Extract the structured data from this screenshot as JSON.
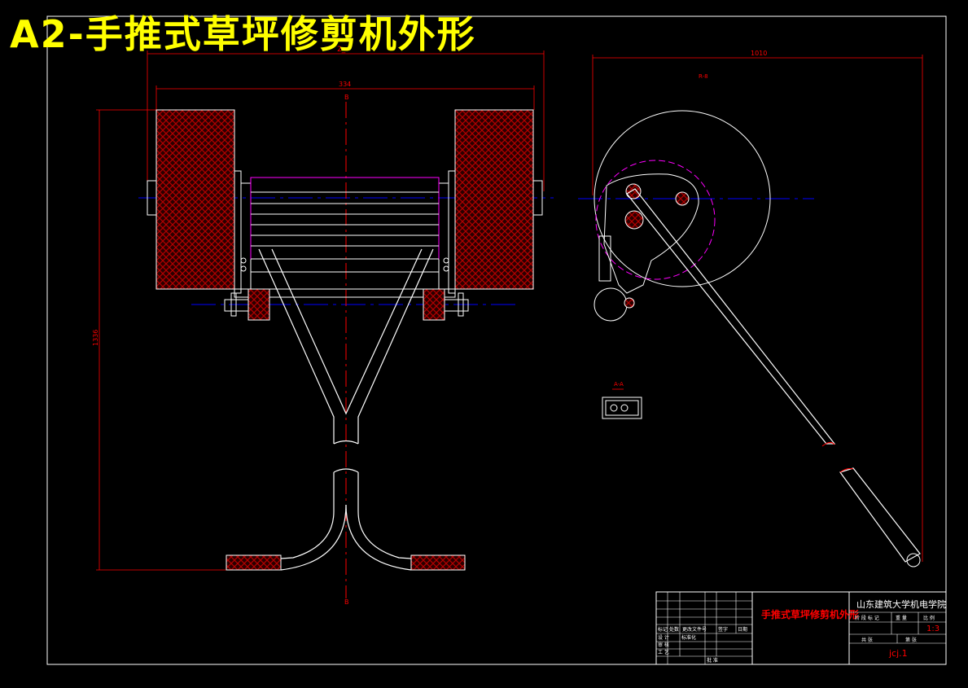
{
  "sheet": {
    "title": "A2-手推式草坪修剪机外形"
  },
  "dimensions": {
    "overall_width": "2_",
    "inner_width": "334",
    "height": "1336",
    "side_length": "1010",
    "radius": "R-8"
  },
  "markers": {
    "section_top": "B",
    "section_bottom": "B",
    "detail_label": "A-A"
  },
  "title_block": {
    "drawing_name": "手推式草坪修剪机外形",
    "institution": "山东建筑大学机电学院",
    "scale": "1:3",
    "drawing_number": "jcj.1",
    "label_stage": "阶 段 标 记",
    "label_weight": "重 量",
    "label_ratio": "比 例",
    "label_total": "共 张",
    "label_sheet": "第 张",
    "label_mark": "标记",
    "label_count": "处数",
    "label_file": "更改文件号",
    "label_sign": "签字",
    "label_date": "日期",
    "label_design": "设 计",
    "label_standard": "标准化",
    "label_check": "审 核",
    "label_process": "工 艺",
    "label_approve": "批 准"
  },
  "colors": {
    "background": "#000000",
    "outline": "#ffffff",
    "dimension": "#ff0000",
    "centerline": "#0000ff",
    "hidden": "#ff00ff",
    "hatch": "#8b0000",
    "title": "#ffff00"
  }
}
